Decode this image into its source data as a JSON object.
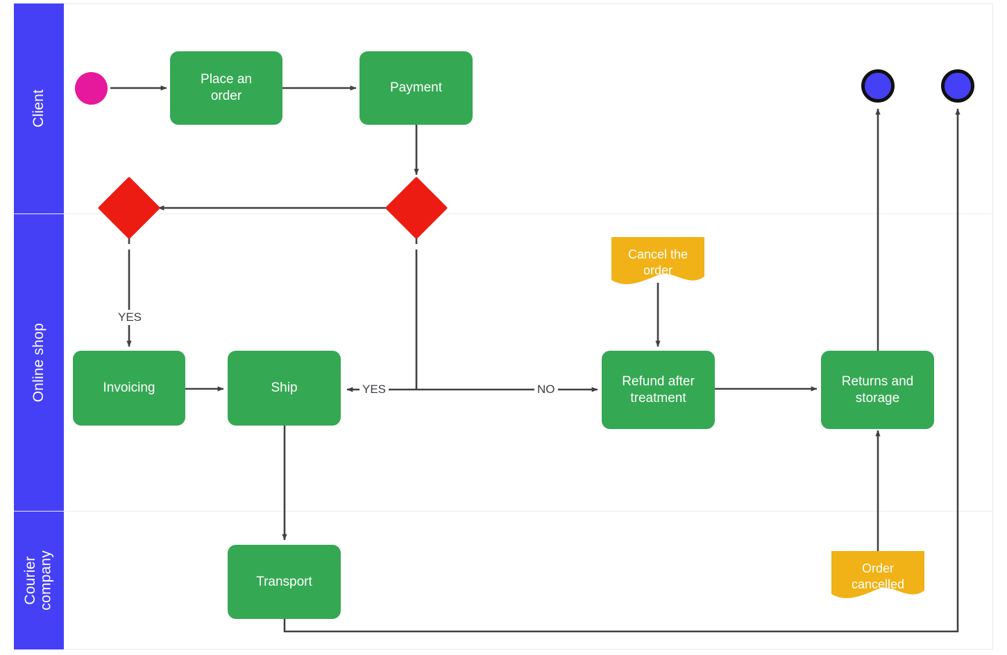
{
  "diagram": {
    "title": "Online shop order process",
    "type": "bpmn-swimlane-flowchart",
    "colors": {
      "lane_header": "#4540F5",
      "task": "#35A853",
      "gateway": "#EC1C13",
      "start_event": "#E6189C",
      "end_event_fill": "#4540F5",
      "end_event_stroke": "#111111",
      "annotation": "#F0B216",
      "edge": "#3f4044",
      "frame": "#e9e9ec",
      "background": "#ffffff"
    }
  },
  "lanes": [
    {
      "id": "lane-client",
      "label": "Client"
    },
    {
      "id": "lane-online-shop",
      "label": "Online shop"
    },
    {
      "id": "lane-courier-company",
      "label": "Courier\ncompany"
    }
  ],
  "nodes": {
    "start_event": {
      "id": "start",
      "type": "start-event",
      "label": ""
    },
    "tasks": [
      {
        "id": "place-an-order",
        "label": "Place an\norder"
      },
      {
        "id": "payment",
        "label": "Payment"
      },
      {
        "id": "invoicing",
        "label": "Invoicing"
      },
      {
        "id": "ship",
        "label": "Ship"
      },
      {
        "id": "refund-after-treatment",
        "label": "Refund after\ntreatment"
      },
      {
        "id": "returns-and-storage",
        "label": "Returns and\nstorage"
      },
      {
        "id": "transport",
        "label": "Transport"
      }
    ],
    "gateways": [
      {
        "id": "gateway-left",
        "label": ""
      },
      {
        "id": "gateway-right",
        "label": ""
      }
    ],
    "annotations": [
      {
        "id": "cancel-the-order",
        "label": "Cancel the\norder"
      },
      {
        "id": "order-cancelled",
        "label": "Order\ncancelled"
      }
    ],
    "end_events": [
      {
        "id": "end-event-1",
        "label": ""
      },
      {
        "id": "end-event-2",
        "label": ""
      }
    ]
  },
  "edge_labels": [
    {
      "id": "edge-label-yes-invoicing",
      "text": "YES"
    },
    {
      "id": "edge-label-yes-ship",
      "text": "YES"
    },
    {
      "id": "edge-label-no-refund",
      "text": "NO"
    }
  ],
  "flows": [
    {
      "from": "start",
      "to": "place-an-order"
    },
    {
      "from": "place-an-order",
      "to": "payment"
    },
    {
      "from": "payment",
      "to": "gateway-right"
    },
    {
      "from": "gateway-right",
      "to": "gateway-left"
    },
    {
      "from": "gateway-left",
      "to": "invoicing",
      "label": "YES"
    },
    {
      "from": "invoicing",
      "to": "ship"
    },
    {
      "from": "gateway-right",
      "to": "ship",
      "label": "YES"
    },
    {
      "from": "gateway-right",
      "to": "refund-after-treatment",
      "label": "NO"
    },
    {
      "from": "cancel-the-order",
      "to": "refund-after-treatment"
    },
    {
      "from": "refund-after-treatment",
      "to": "returns-and-storage"
    },
    {
      "from": "returns-and-storage",
      "to": "end-event-1"
    },
    {
      "from": "order-cancelled",
      "to": "returns-and-storage"
    },
    {
      "from": "ship",
      "to": "transport"
    },
    {
      "from": "transport",
      "to": "end-event-2"
    }
  ]
}
